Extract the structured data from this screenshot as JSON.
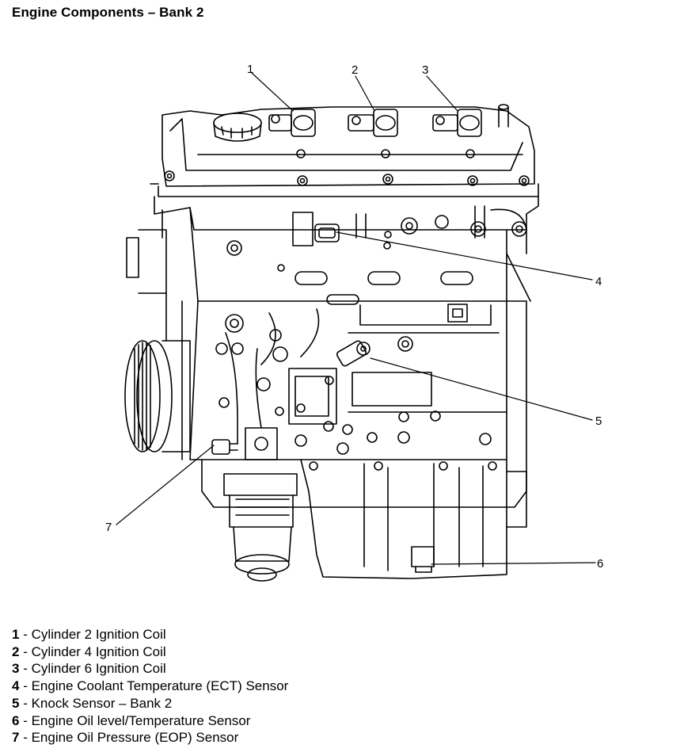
{
  "title": "Engine Components – Bank 2",
  "callouts": [
    {
      "num": "1"
    },
    {
      "num": "2"
    },
    {
      "num": "3"
    },
    {
      "num": "4"
    },
    {
      "num": "5"
    },
    {
      "num": "6"
    },
    {
      "num": "7"
    }
  ],
  "legend": [
    {
      "num": "1",
      "text": " - Cylinder 2 Ignition Coil"
    },
    {
      "num": "2",
      "text": " - Cylinder 4 Ignition Coil"
    },
    {
      "num": "3",
      "text": " - Cylinder 6 Ignition Coil"
    },
    {
      "num": "4",
      "text": " - Engine Coolant Temperature (ECT) Sensor"
    },
    {
      "num": "5",
      "text": " - Knock Sensor – Bank 2"
    },
    {
      "num": "6",
      "text": " - Engine Oil level/Temperature Sensor"
    },
    {
      "num": "7",
      "text": " - Engine Oil Pressure (EOP) Sensor"
    }
  ]
}
